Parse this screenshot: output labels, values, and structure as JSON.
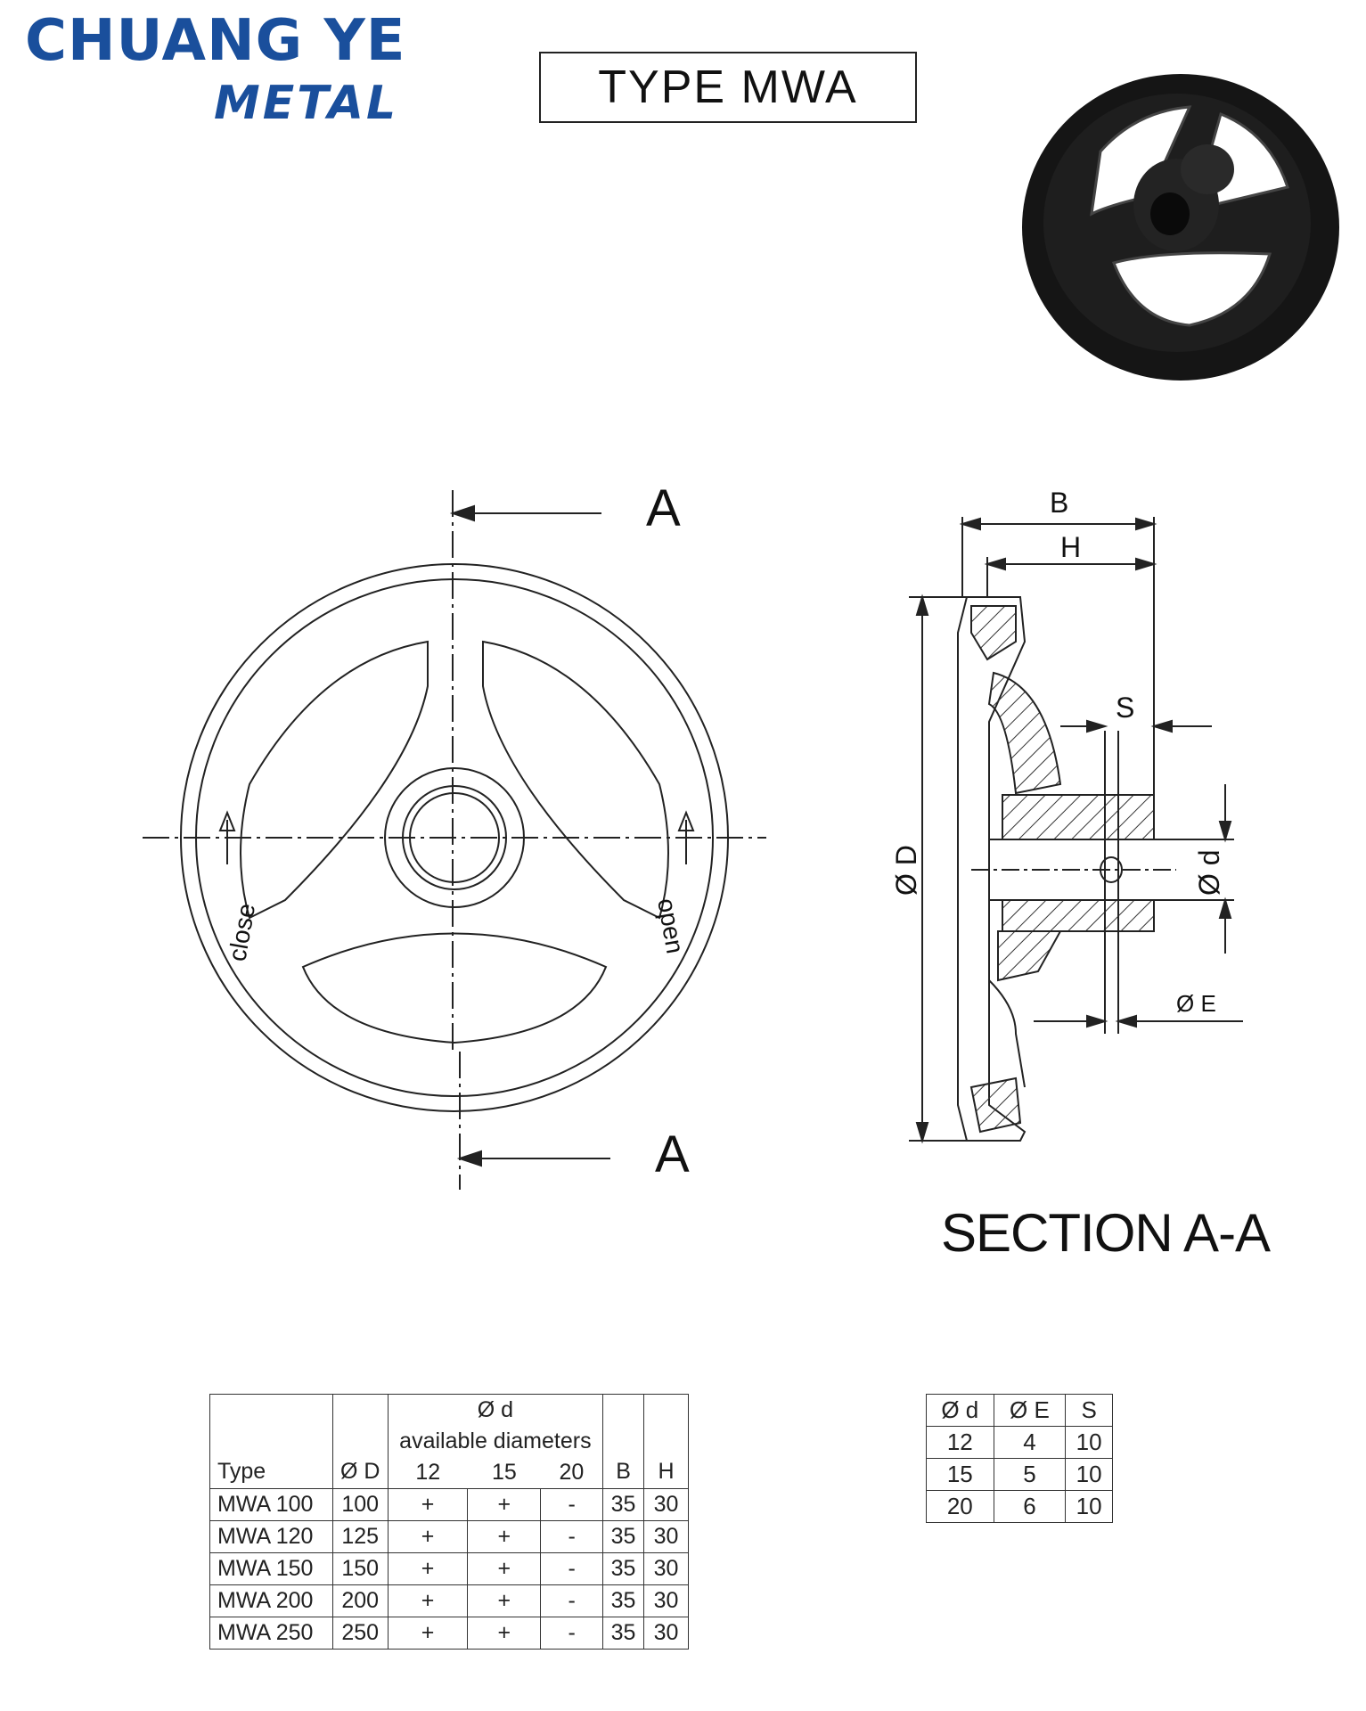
{
  "logo": {
    "line1": "CHUANG YE",
    "line2": "METAL",
    "color": "#1a4f9c"
  },
  "title": "TYPE MWA",
  "product_photo": {
    "icon": "handwheel-photo",
    "color": "#151515"
  },
  "front_view": {
    "section_mark_top": "A",
    "section_mark_bottom": "A",
    "label_close": "close",
    "label_open": "open"
  },
  "section_view": {
    "label_B": "B",
    "label_H": "H",
    "label_S": "S",
    "label_D": "Ø D",
    "label_d": "Ø d",
    "label_E": "Ø E",
    "caption": "SECTION A-A"
  },
  "main_table": {
    "headers": {
      "type": "Type",
      "D": "Ø D",
      "d": "Ø d",
      "d_sub": "available diameters",
      "d_sizes": [
        "12",
        "15",
        "20"
      ],
      "B": "B",
      "H": "H"
    },
    "rows": [
      {
        "type": "MWA  100",
        "D": "100",
        "d12": "+",
        "d15": "+",
        "d20": "-",
        "B": "35",
        "H": "30"
      },
      {
        "type": "MWA  120",
        "D": "125",
        "d12": "+",
        "d15": "+",
        "d20": "-",
        "B": "35",
        "H": "30"
      },
      {
        "type": "MWA  150",
        "D": "150",
        "d12": "+",
        "d15": "+",
        "d20": "-",
        "B": "35",
        "H": "30"
      },
      {
        "type": "MWA  200",
        "D": "200",
        "d12": "+",
        "d15": "+",
        "d20": "-",
        "B": "35",
        "H": "30"
      },
      {
        "type": "MWA  250",
        "D": "250",
        "d12": "+",
        "d15": "+",
        "d20": "-",
        "B": "35",
        "H": "30"
      }
    ]
  },
  "small_table": {
    "headers": [
      "Ø d",
      "Ø E",
      "S"
    ],
    "rows": [
      [
        "12",
        "4",
        "10"
      ],
      [
        "15",
        "5",
        "10"
      ],
      [
        "20",
        "6",
        "10"
      ]
    ]
  }
}
